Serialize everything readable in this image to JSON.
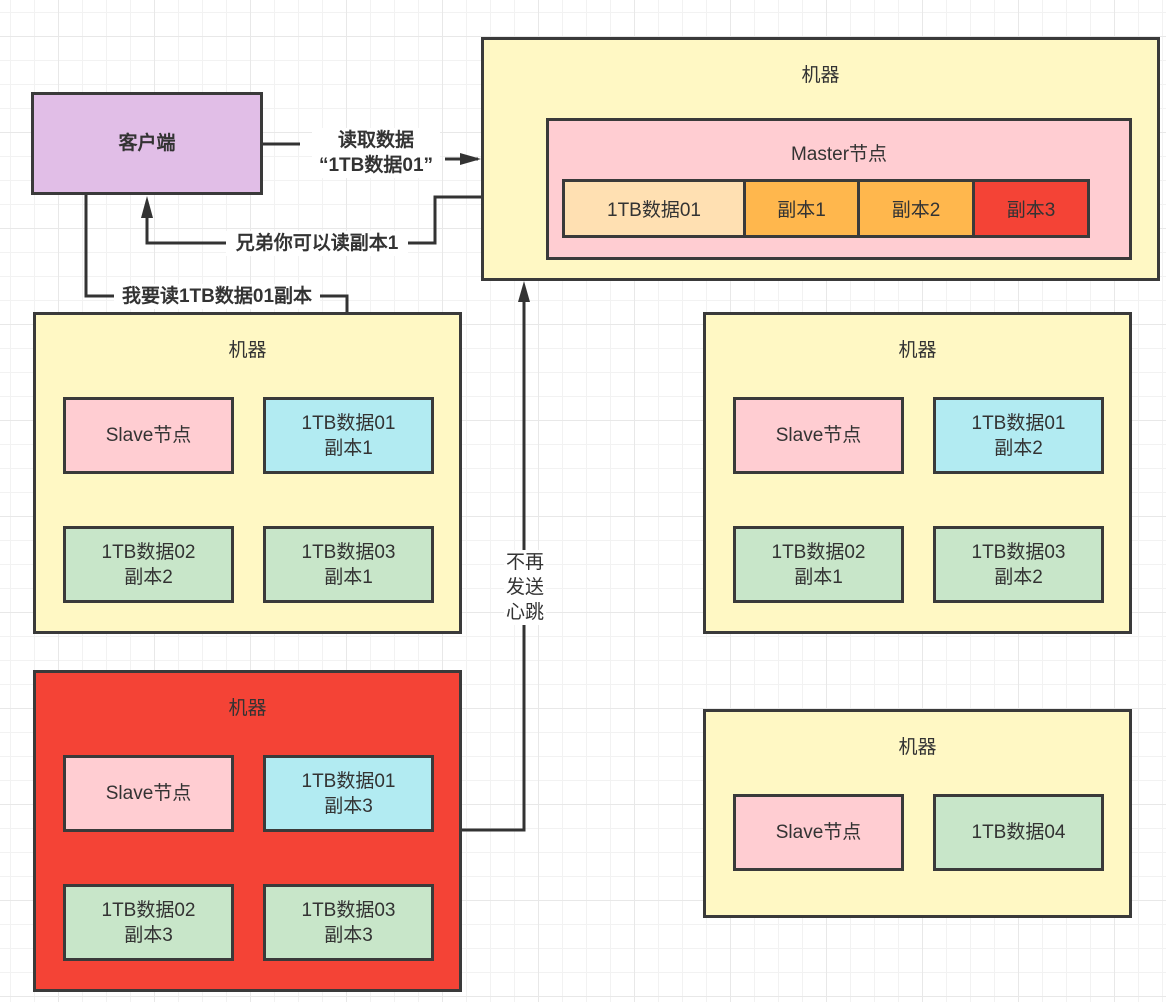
{
  "client": {
    "label": "客户端",
    "color": "#e1bee7"
  },
  "edges": {
    "read_request": "读取数据\n“1TB数据01”",
    "reply": "兄弟你可以读副本1",
    "read_replica": "我要读1TB数据01副本",
    "heartbeat": "不再\n发送\n心跳"
  },
  "master_machine": {
    "title": "机器",
    "master_node": {
      "label": "Master节点",
      "cells": [
        {
          "label": "1TB数据01",
          "color": "#ffe0b2"
        },
        {
          "label": "副本1",
          "color": "#ffb74d"
        },
        {
          "label": "副本2",
          "color": "#ffb74d"
        },
        {
          "label": "副本3",
          "color": "#f44336"
        }
      ]
    }
  },
  "slave_machines": [
    {
      "title": "机器",
      "status": "normal",
      "nodes": [
        "Slave节点",
        "1TB数据01\n副本1",
        "1TB数据02\n副本2",
        "1TB数据03\n副本1"
      ]
    },
    {
      "title": "机器",
      "status": "normal",
      "nodes": [
        "Slave节点",
        "1TB数据01\n副本2",
        "1TB数据02\n副本1",
        "1TB数据03\n副本2"
      ]
    },
    {
      "title": "机器",
      "status": "failed",
      "nodes": [
        "Slave节点",
        "1TB数据01\n副本3",
        "1TB数据02\n副本3",
        "1TB数据03\n副本3"
      ]
    },
    {
      "title": "机器",
      "status": "normal",
      "nodes": [
        "Slave节点",
        "1TB数据04"
      ]
    }
  ],
  "colors": {
    "machine": "#fff8c4",
    "machine_failed": "#f44336",
    "slave_node": "#ffcdd2",
    "data_primary_copy": "#b2ebf2",
    "data_other": "#c8e6c9",
    "stroke": "#3a3a3a"
  }
}
